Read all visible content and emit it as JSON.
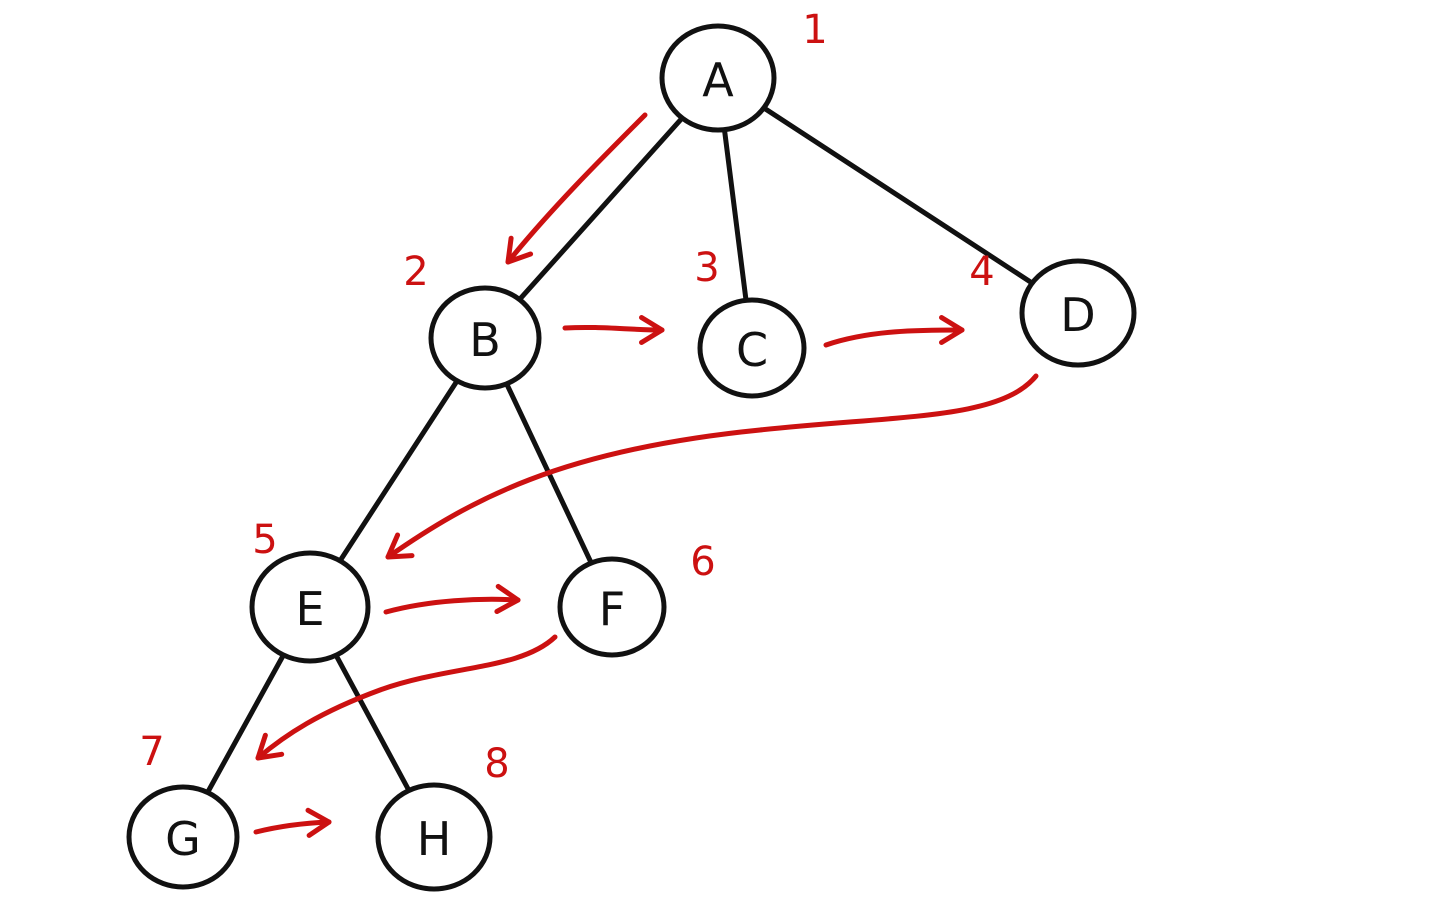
{
  "colors": {
    "ink": "#111111",
    "traversal": "#cc1111",
    "background": "#ffffff"
  },
  "nodes": [
    {
      "id": "A",
      "label": "A",
      "order": "1"
    },
    {
      "id": "B",
      "label": "B",
      "order": "2"
    },
    {
      "id": "C",
      "label": "C",
      "order": "3"
    },
    {
      "id": "D",
      "label": "D",
      "order": "4"
    },
    {
      "id": "E",
      "label": "E",
      "order": "5"
    },
    {
      "id": "F",
      "label": "F",
      "order": "6"
    },
    {
      "id": "G",
      "label": "G",
      "order": "7"
    },
    {
      "id": "H",
      "label": "H",
      "order": "8"
    }
  ],
  "edges": [
    [
      "A",
      "B"
    ],
    [
      "A",
      "C"
    ],
    [
      "A",
      "D"
    ],
    [
      "B",
      "E"
    ],
    [
      "B",
      "F"
    ],
    [
      "E",
      "G"
    ],
    [
      "E",
      "H"
    ]
  ],
  "traversal": [
    [
      "A",
      "B"
    ],
    [
      "B",
      "C"
    ],
    [
      "C",
      "D"
    ],
    [
      "D",
      "E"
    ],
    [
      "E",
      "F"
    ],
    [
      "F",
      "G"
    ],
    [
      "G",
      "H"
    ]
  ]
}
